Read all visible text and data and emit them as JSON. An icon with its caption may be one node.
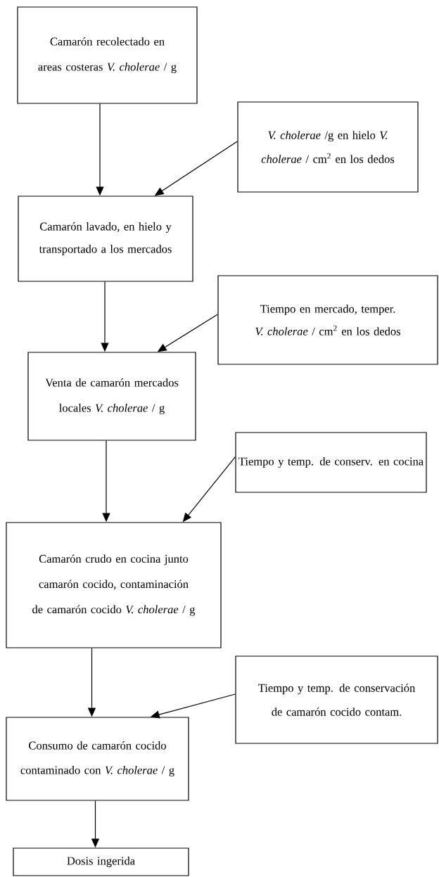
{
  "diagram": {
    "nodes": [
      {
        "text": [
          "Camarón recolectado en areas costeras *V. cholerae* / g"
        ]
      },
      {
        "text": [
          "*V. cholerae* /g en hielo *V. cholerae* / cm$^{2}$ en los dedos"
        ]
      },
      {
        "text": [
          "Camarón lavado, en hielo y transportado a los mercados"
        ]
      },
      {
        "text": [
          "Tiempo en mercado, temper. *V. cholerae* / cm$^{2}$ en los dedos"
        ]
      },
      {
        "text": [
          "Venta de camarón mercados locales *V. cholerae* / g"
        ]
      },
      {
        "text": [
          "Tiempo y temp. de conserv. en cocina"
        ]
      },
      {
        "text": [
          "Camarón crudo en cocina junto camarón cocido, contaminación de camarón cocido *V. cholerae* / g"
        ]
      },
      {
        "text": [
          "Tiempo y temp. de conservación de camarón cocido contam."
        ]
      },
      {
        "text": [
          "Consumo de camarón cocido contaminado con *V. cholerae* / g"
        ]
      },
      {
        "text": [
          "Dosis ingerida"
        ]
      }
    ],
    "edges": [
      {
        "from": 0,
        "to": 2,
        "arrow": "to"
      },
      {
        "from": 1,
        "to": 2,
        "arrow": "to"
      },
      {
        "from": 2,
        "to": 4,
        "arrow": "to"
      },
      {
        "from": 3,
        "to": 4,
        "arrow": "to"
      },
      {
        "from": 4,
        "to": 6,
        "arrow": "to"
      },
      {
        "from": 5,
        "to": 6,
        "arrow": "to"
      },
      {
        "from": 6,
        "to": 8,
        "arrow": "to"
      },
      {
        "from": 7,
        "to": 8,
        "arrow": "to"
      },
      {
        "from": 8,
        "to": 9,
        "arrow": "to"
      }
    ]
  }
}
